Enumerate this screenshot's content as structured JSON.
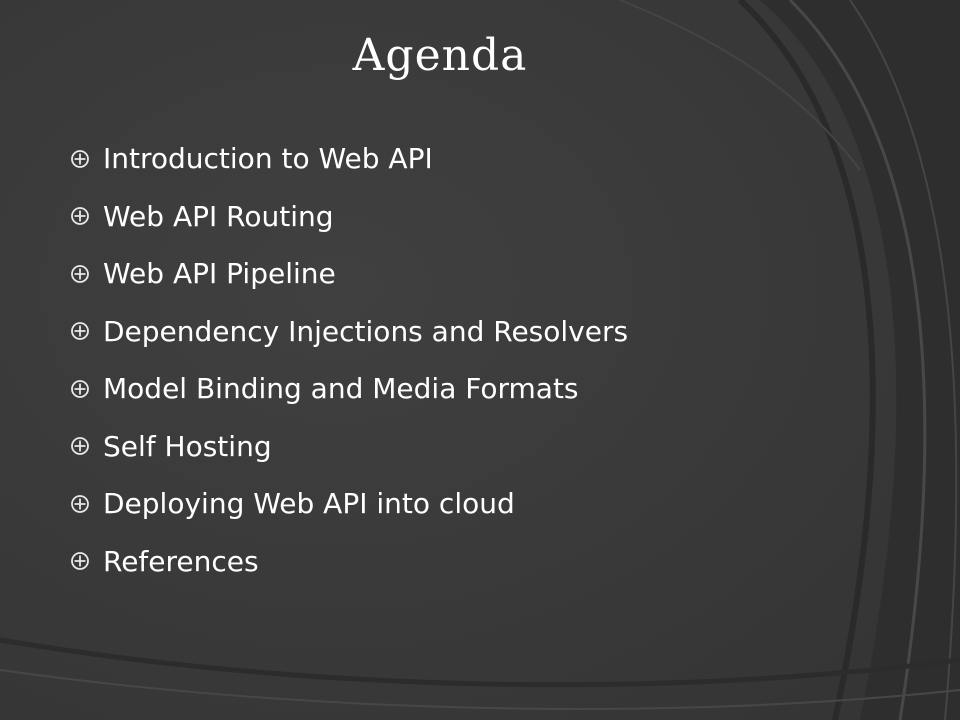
{
  "slide": {
    "title": "Agenda",
    "bullet_icon": "circled-plus-icon",
    "items": [
      {
        "label": "Introduction to Web API"
      },
      {
        "label": "Web API Routing"
      },
      {
        "label": "Web API Pipeline"
      },
      {
        "label": "Dependency Injections and Resolvers"
      },
      {
        "label": "Model Binding and Media Formats"
      },
      {
        "label": "Self Hosting"
      },
      {
        "label": "Deploying Web API into cloud"
      },
      {
        "label": "References"
      }
    ]
  },
  "colors": {
    "background": "#3b3b3b",
    "text": "#ffffff",
    "bullet": "#e8e8e8",
    "arc_light": "#4a4a4a",
    "arc_dark": "#2a2a2a"
  }
}
